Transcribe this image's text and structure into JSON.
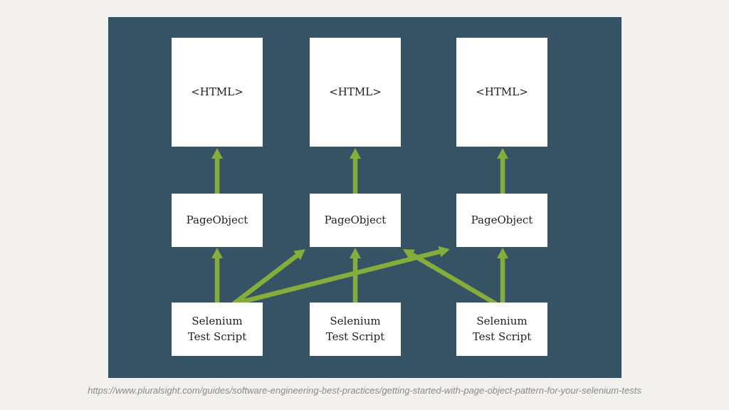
{
  "page": {
    "background_color": "#f1f0ee",
    "source_caption": "https://www.pluralsight.com/guides/software-engineering-best-practices/getting-started-with-page-object-pattern-for-your-selenium-tests"
  },
  "diagram": {
    "panel_color": "#365265",
    "arrow_color": "#85ad3c",
    "box_color": "#ffffff",
    "text_color": "#1f1f1f",
    "nodes": {
      "html": {
        "label": "<HTML>"
      },
      "page_object": {
        "label": "PageObject"
      },
      "test_script": {
        "label": "Selenium\nTest Script"
      }
    },
    "edges": [
      {
        "from": "page-object-1",
        "to": "html-1"
      },
      {
        "from": "page-object-2",
        "to": "html-2"
      },
      {
        "from": "page-object-3",
        "to": "html-3"
      },
      {
        "from": "test-script-1",
        "to": "page-object-1"
      },
      {
        "from": "test-script-2",
        "to": "page-object-2"
      },
      {
        "from": "test-script-3",
        "to": "page-object-3"
      },
      {
        "from": "test-script-1",
        "to": "page-object-2"
      },
      {
        "from": "test-script-1",
        "to": "page-object-3"
      },
      {
        "from": "test-script-3",
        "to": "page-object-2"
      }
    ]
  }
}
